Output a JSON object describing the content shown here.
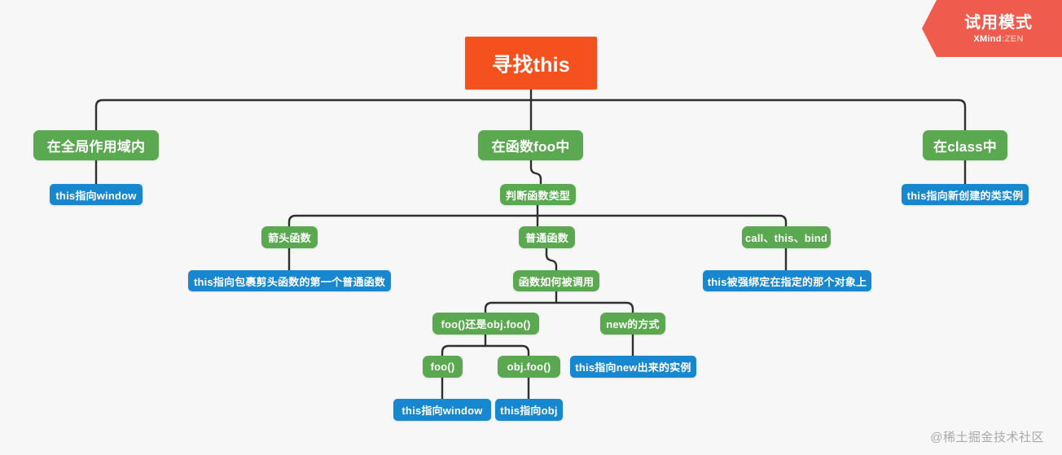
{
  "app": {
    "background_color": "#f7f7f7",
    "edge_color": "#2f2f2f",
    "root_color": "#f4511e",
    "branch_color": "#5aa84f",
    "leaf_color": "#1787d0"
  },
  "trial_badge": {
    "title": "试用模式",
    "brand_primary": "XMind",
    "brand_secondary": ":ZEN"
  },
  "watermark": {
    "text": "@稀土掘金技术社区"
  },
  "mindmap": {
    "root": {
      "label": "寻找this"
    },
    "nodes": {
      "global_scope": {
        "label": "在全局作用域内"
      },
      "global_scope_result": {
        "label": "this指向window"
      },
      "in_function_foo": {
        "label": "在函数foo中"
      },
      "judge_function_type": {
        "label": "判断函数类型"
      },
      "arrow_function": {
        "label": "箭头函数"
      },
      "arrow_function_result": {
        "label": "this指向包裹剪头函数的第一个普通函数"
      },
      "normal_function": {
        "label": "普通函数"
      },
      "how_called": {
        "label": "函数如何被调用"
      },
      "foo_or_objfoo": {
        "label": "foo()还是obj.foo()"
      },
      "foo_call": {
        "label": "foo()"
      },
      "foo_call_result": {
        "label": "this指向window"
      },
      "objfoo_call": {
        "label": "obj.foo()"
      },
      "objfoo_call_result": {
        "label": "this指向obj"
      },
      "new_way": {
        "label": "new的方式"
      },
      "new_way_result": {
        "label": "this指向new出来的实例"
      },
      "call_this_bind": {
        "label": "call、this、bind"
      },
      "call_this_bind_result": {
        "label": "this被强绑定在指定的那个对象上"
      },
      "in_class": {
        "label": "在class中"
      },
      "in_class_result": {
        "label": "this指向新创建的类实例"
      }
    }
  }
}
